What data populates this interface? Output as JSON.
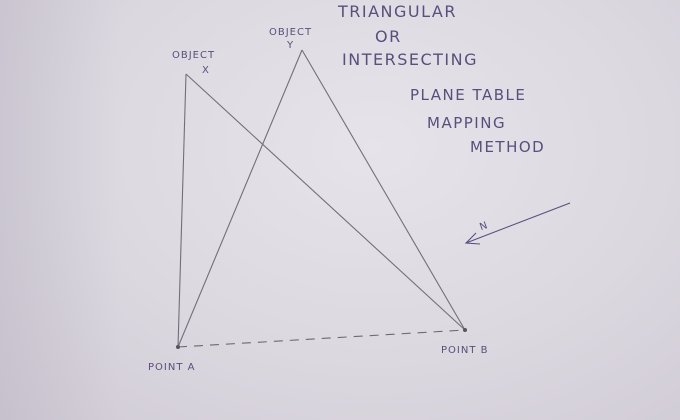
{
  "title_lines": [
    "TRIANGULAR",
    "OR",
    "INTERSECTING"
  ],
  "subtitle_lines": [
    "PLANE TABLE",
    "MAPPING",
    "METHOD"
  ],
  "labels": {
    "object_x_word": "OBJECT",
    "object_x_letter": "X",
    "object_y_word": "OBJECT",
    "object_y_letter": "Y",
    "point_a": "POINT A",
    "point_b": "POINT B",
    "north": "N"
  },
  "colors": {
    "ink_pencil": "#6f6f78",
    "ink_pen": "#5a4e7c"
  }
}
